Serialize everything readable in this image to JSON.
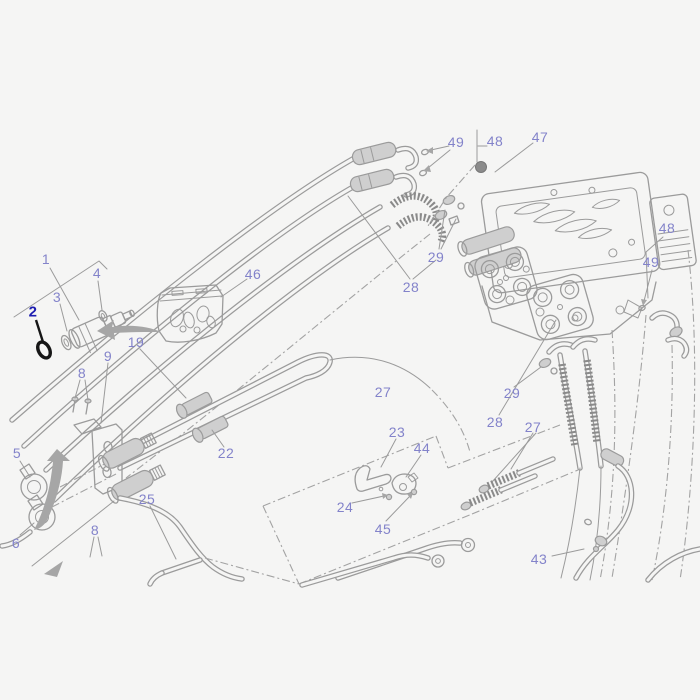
{
  "diagram": {
    "type": "exploded-parts-diagram",
    "subject": "hydraulic-valve-and-hose-assembly",
    "background_color": "#f5f5f4",
    "line_color": "#9b9b9b",
    "label_color": "#8383ca",
    "selected_label_color": "#1c1cb0",
    "selected_part": "2",
    "labels": [
      {
        "text": "1"
      },
      {
        "text": "2",
        "selected": true
      },
      {
        "text": "3"
      },
      {
        "text": "4"
      },
      {
        "text": "46"
      },
      {
        "text": "19"
      },
      {
        "text": "9"
      },
      {
        "text": "8"
      },
      {
        "text": "5"
      },
      {
        "text": "6"
      },
      {
        "text": "8"
      },
      {
        "text": "22"
      },
      {
        "text": "25"
      },
      {
        "text": "23"
      },
      {
        "text": "44"
      },
      {
        "text": "24"
      },
      {
        "text": "45"
      },
      {
        "text": "27"
      },
      {
        "text": "28"
      },
      {
        "text": "29"
      },
      {
        "text": "29"
      },
      {
        "text": "28"
      },
      {
        "text": "27"
      },
      {
        "text": "43"
      },
      {
        "text": "49"
      },
      {
        "text": "48"
      },
      {
        "text": "47"
      },
      {
        "text": "48"
      },
      {
        "text": "49"
      }
    ]
  }
}
